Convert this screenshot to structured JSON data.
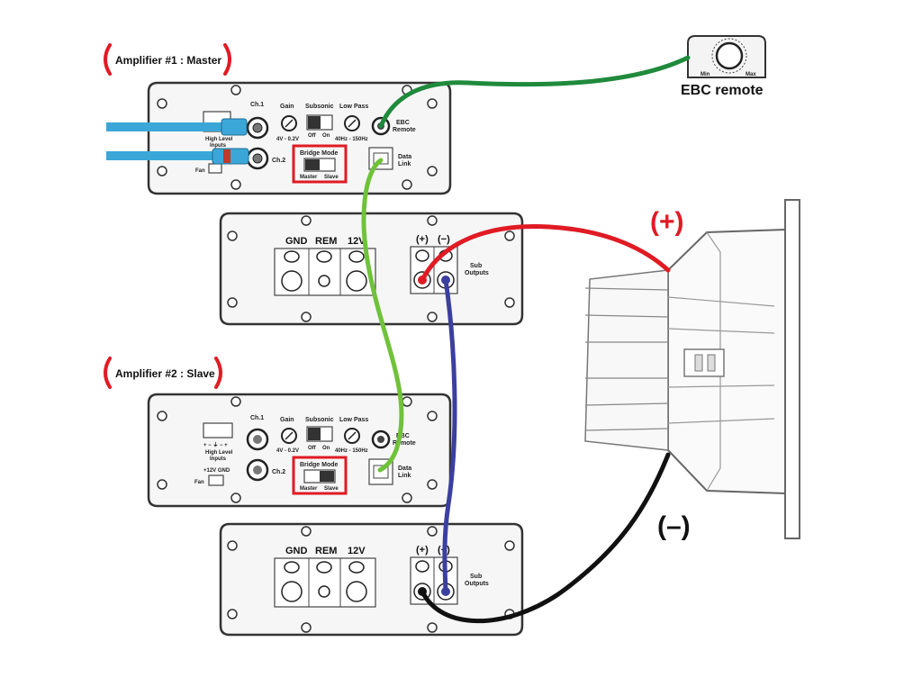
{
  "colors": {
    "red_wire": "#e01b24",
    "black_wire": "#111111",
    "green_remote": "#1f8a3c",
    "green_link": "#6fc23a",
    "blue_wire": "#3b3f9e",
    "input_blue": "#3aa7d8",
    "highlight_red": "#e01b24"
  },
  "amp1": {
    "title": "Amplifier #1 : Master",
    "labels": {
      "ch1": "Ch.1",
      "ch2": "Ch.2",
      "gain": "Gain",
      "gain_range": "4V - 0.2V",
      "subsonic": "Subsonic",
      "off": "Off",
      "on": "On",
      "low_pass": "Low Pass",
      "lp_range": "40Hz - 150Hz",
      "ebc": "EBC",
      "remote": "Remote",
      "data": "Data",
      "link": "Link",
      "high_level": "High Level",
      "inputs": "Inputs",
      "fan": "Fan",
      "bridge_mode": "Bridge Mode",
      "master": "Master",
      "slave": "Slave"
    }
  },
  "amp1_power": {
    "gnd": "GND",
    "rem": "REM",
    "v12": "12V",
    "plus": "(+)",
    "minus": "(−)",
    "sub": "Sub",
    "outputs": "Outputs"
  },
  "amp2": {
    "title": "Amplifier #2 : Slave",
    "labels": {
      "ch1": "Ch.1",
      "ch2": "Ch.2",
      "gain": "Gain",
      "gain_range": "4V - 0.2V",
      "subsonic": "Subsonic",
      "off": "Off",
      "on": "On",
      "low_pass": "Low Pass",
      "lp_range": "40Hz - 150Hz",
      "ebc": "EBC",
      "remote": "Remote",
      "data": "Data",
      "link": "Link",
      "high_level": "High Level",
      "inputs": "Inputs",
      "hl_pins": "+ − ⏚ − +",
      "v12gnd": "+12V GND",
      "fan": "Fan",
      "bridge_mode": "Bridge Mode",
      "master": "Master",
      "slave": "Slave"
    }
  },
  "amp2_power": {
    "gnd": "GND",
    "rem": "REM",
    "v12": "12V",
    "plus": "(+)",
    "minus": "(−)",
    "sub": "Sub",
    "outputs": "Outputs"
  },
  "remote": {
    "title": "EBC remote",
    "min": "Min",
    "max": "Max"
  },
  "speaker": {
    "plus_label": "(+)",
    "minus_label": "(–)"
  }
}
